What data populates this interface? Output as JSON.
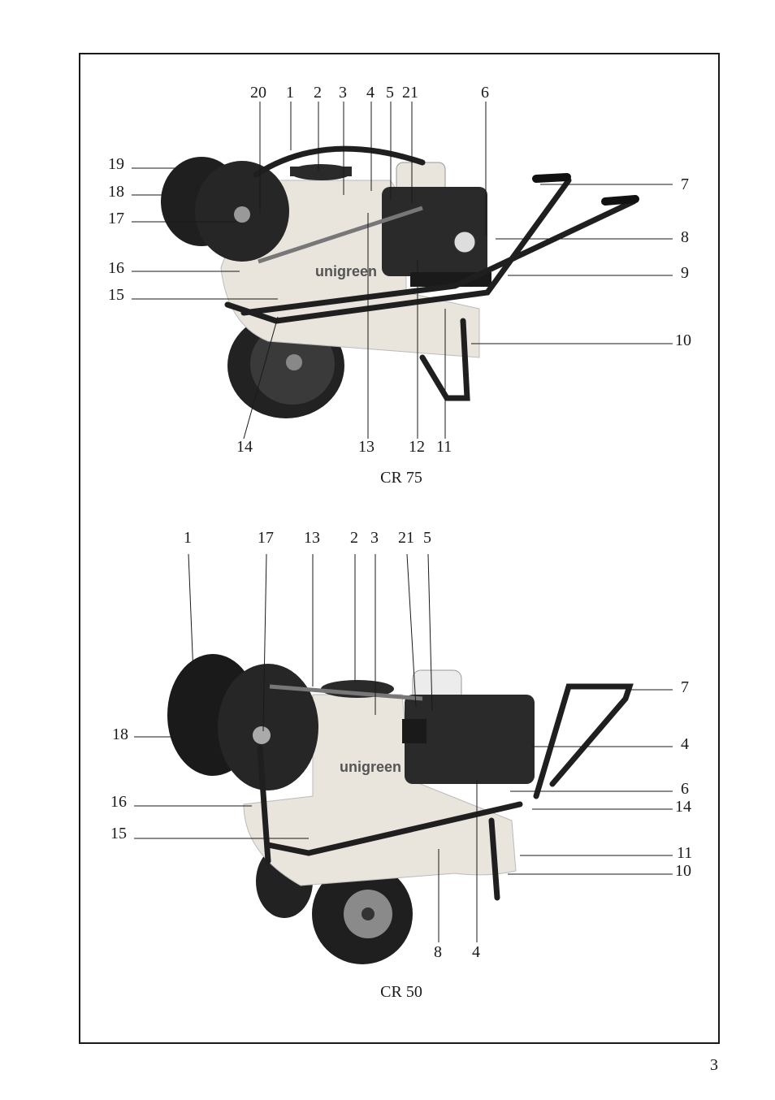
{
  "figures": [
    {
      "caption": "CR 75",
      "top_labels": [
        "20",
        "1",
        "2",
        "3",
        "4",
        "5",
        "21",
        "6"
      ],
      "left_labels": [
        "19",
        "18",
        "17",
        "16",
        "15"
      ],
      "right_labels": [
        "7",
        "8",
        "9",
        "10"
      ],
      "bottom_labels": [
        "14",
        "13",
        "12",
        "11"
      ]
    },
    {
      "caption": "CR 50",
      "top_labels": [
        "1",
        "17",
        "13",
        "2",
        "3",
        "21",
        "5"
      ],
      "left_labels": [
        "18",
        "16",
        "15"
      ],
      "right_labels": [
        "7",
        "4",
        "6",
        "14",
        "11",
        "10"
      ],
      "bottom_labels": [
        "8",
        "4"
      ]
    }
  ],
  "brand_text": "unigreen",
  "page_number": "3",
  "colors": {
    "ink": "#1a1a1a",
    "tank": "#e9e4dc",
    "metal": "#2a2a2a"
  }
}
